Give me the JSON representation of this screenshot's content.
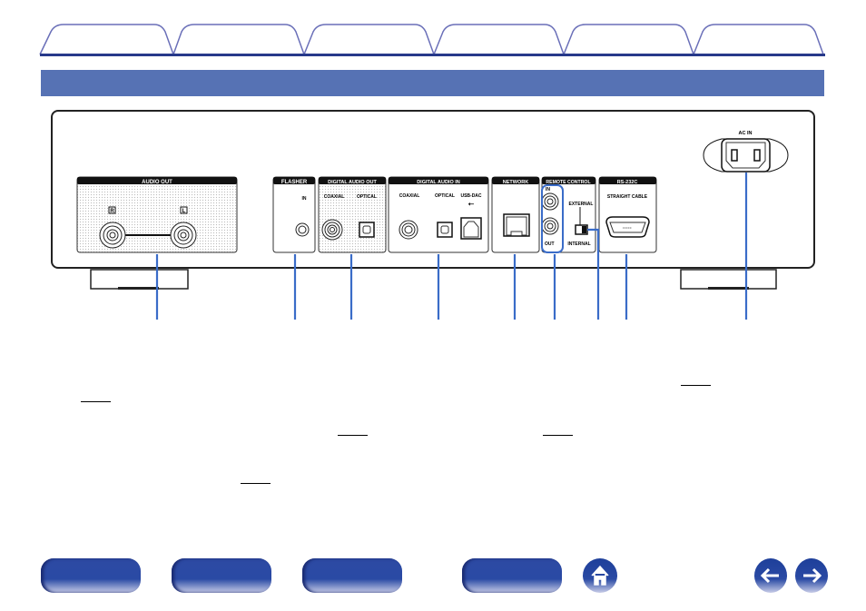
{
  "tabs": [
    "",
    "",
    "",
    "",
    "",
    ""
  ],
  "panel": {
    "audio_out": {
      "title": "AUDIO OUT",
      "r": "R",
      "l": "L"
    },
    "flasher": {
      "title": "FLASHER",
      "in": "IN"
    },
    "digital_out": {
      "title": "DIGITAL AUDIO OUT",
      "coaxial": "COAXIAL",
      "optical": "OPTICAL"
    },
    "digital_in": {
      "title": "DIGITAL AUDIO IN",
      "coaxial": "COAXIAL",
      "optical": "OPTICAL",
      "usb": "USB-DAC"
    },
    "network": {
      "title": "NETWORK"
    },
    "remote": {
      "title": "REMOTE CONTROL",
      "in": "IN",
      "out": "OUT",
      "external": "EXTERNAL",
      "internal": "INTERNAL"
    },
    "rs232c": {
      "title": "RS-232C",
      "cable": "STRAIGHT CABLE"
    },
    "ac_in": {
      "title": "AC IN"
    }
  },
  "colors": {
    "accent": "#5672b4",
    "callout": "#3a6cc8",
    "button": "#2a4aa4"
  }
}
